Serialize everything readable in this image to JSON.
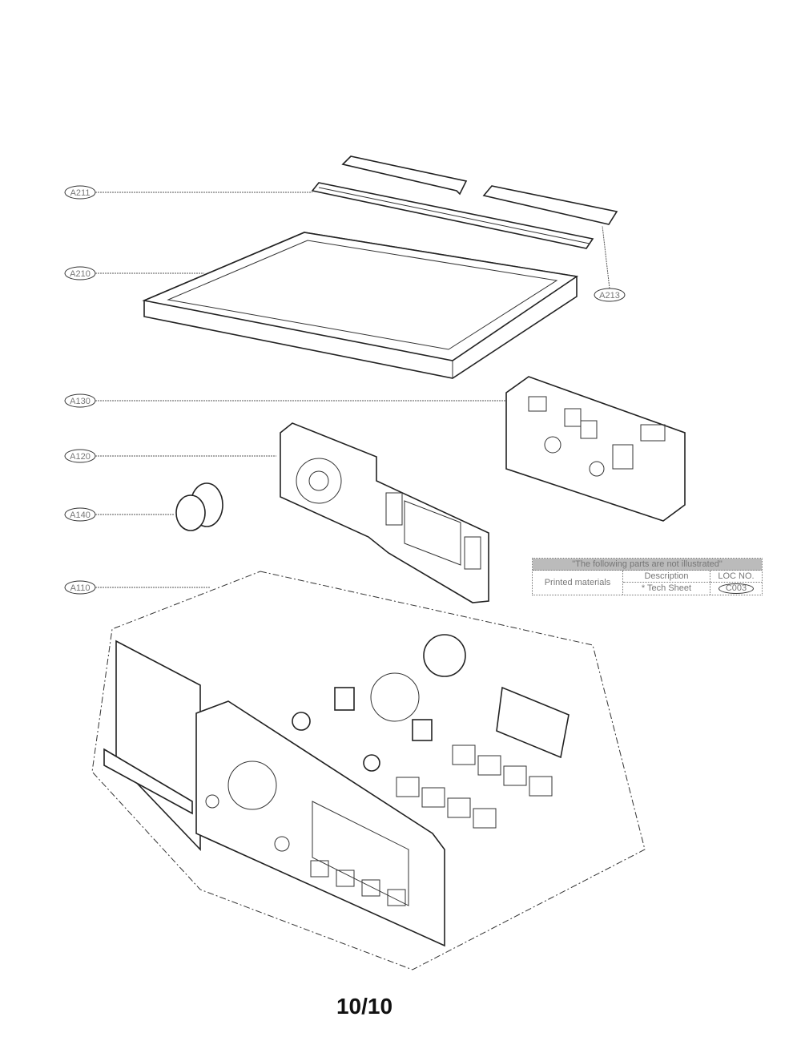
{
  "callouts": [
    {
      "id": "A211"
    },
    {
      "id": "A210"
    },
    {
      "id": "A213"
    },
    {
      "id": "A130"
    },
    {
      "id": "A120"
    },
    {
      "id": "A140"
    },
    {
      "id": "A110"
    }
  ],
  "note": {
    "header": "\"The following parts are not illustrated\"",
    "category": "Printed materials",
    "col_description": "Description",
    "col_loc": "LOC NO.",
    "item_description": "* Tech Sheet",
    "item_loc": "C003"
  },
  "page_number": "10/10"
}
